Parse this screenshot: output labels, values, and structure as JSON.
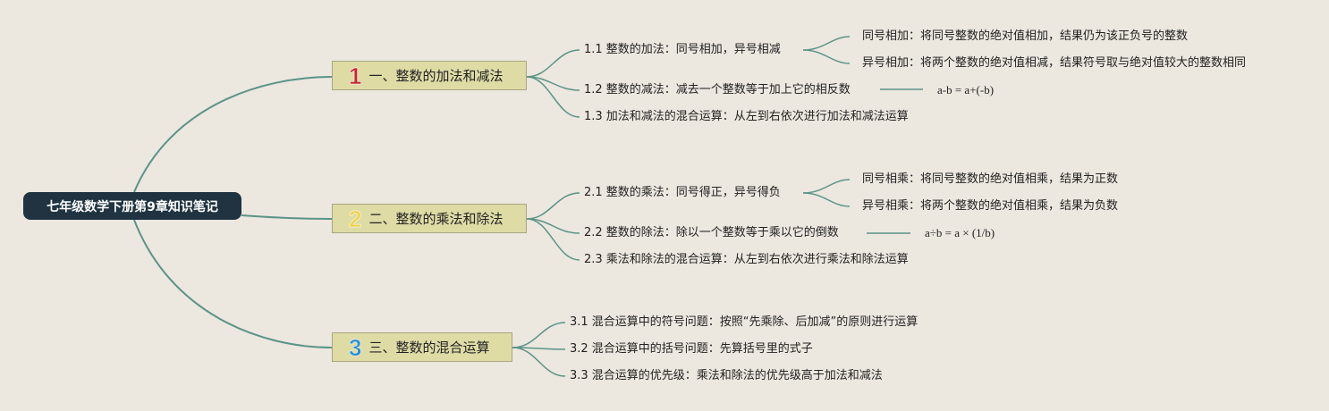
{
  "root": {
    "label": "七年级数学下册第9章知识笔记"
  },
  "colors": {
    "background": "#ece7df",
    "root_fill": "#1f3440",
    "topic_fill": "#dedba5",
    "connector": "#5a9487",
    "num1": "#c8252d",
    "num2": "#f0d24a",
    "num3": "#2b8fd0"
  },
  "topics": [
    {
      "num": "1",
      "label": "一、整数的加法和减法",
      "children": [
        {
          "label": "1.1 整数的加法：同号相加，异号相减",
          "children": [
            {
              "label": "同号相加：将同号整数的绝对值相加，结果仍为该正负号的整数"
            },
            {
              "label": "异号相加：将两个整数的绝对值相减，结果符号取与绝对值较大的整数相同"
            }
          ]
        },
        {
          "label": "1.2 整数的减法：减去一个整数等于加上它的相反数",
          "formula": "a-b = a+(-b)"
        },
        {
          "label": "1.3 加法和减法的混合运算：从左到右依次进行加法和减法运算"
        }
      ]
    },
    {
      "num": "2",
      "label": "二、整数的乘法和除法",
      "children": [
        {
          "label": "2.1 整数的乘法：同号得正，异号得负",
          "children": [
            {
              "label": "同号相乘：将同号整数的绝对值相乘，结果为正数"
            },
            {
              "label": "异号相乘：将两个整数的绝对值相乘，结果为负数"
            }
          ]
        },
        {
          "label": "2.2 整数的除法：除以一个整数等于乘以它的倒数",
          "formula": "a÷b = a × (1/b)"
        },
        {
          "label": "2.3 乘法和除法的混合运算：从左到右依次进行乘法和除法运算"
        }
      ]
    },
    {
      "num": "3",
      "label": "三、整数的混合运算",
      "children": [
        {
          "label": "3.1 混合运算中的符号问题：按照“先乘除、后加减”的原则进行运算"
        },
        {
          "label": "3.2 混合运算中的括号问题：先算括号里的式子"
        },
        {
          "label": "3.3 混合运算的优先级：乘法和除法的优先级高于加法和减法"
        }
      ]
    }
  ]
}
